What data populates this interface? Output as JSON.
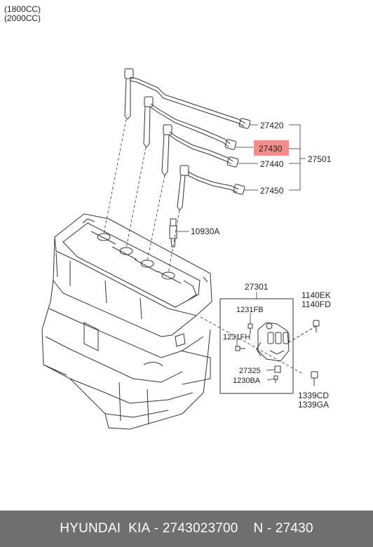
{
  "engine_notes": [
    "(1800CC)",
    "(2000CC)"
  ],
  "parts": {
    "p27420": "27420",
    "p27430": "27430",
    "p27440": "27440",
    "p27450": "27450",
    "p27501": "27501",
    "p10930A": "10930A",
    "p27301": "27301",
    "p1140EK": "1140EK",
    "p1140FD": "1140FD",
    "p1231FB": "1231FB",
    "p1231FH": "1231FH",
    "p27325": "27325",
    "p1230BA": "1230BA",
    "p1339CD": "1339CD",
    "p1339GA": "1339GA"
  },
  "highlight_color": "#f48c8c",
  "footer": {
    "brand": "HYUNDAI  KIA",
    "separator1": " - ",
    "part_number": "2743023700",
    "separator2": "    N - ",
    "ref": "27430"
  }
}
